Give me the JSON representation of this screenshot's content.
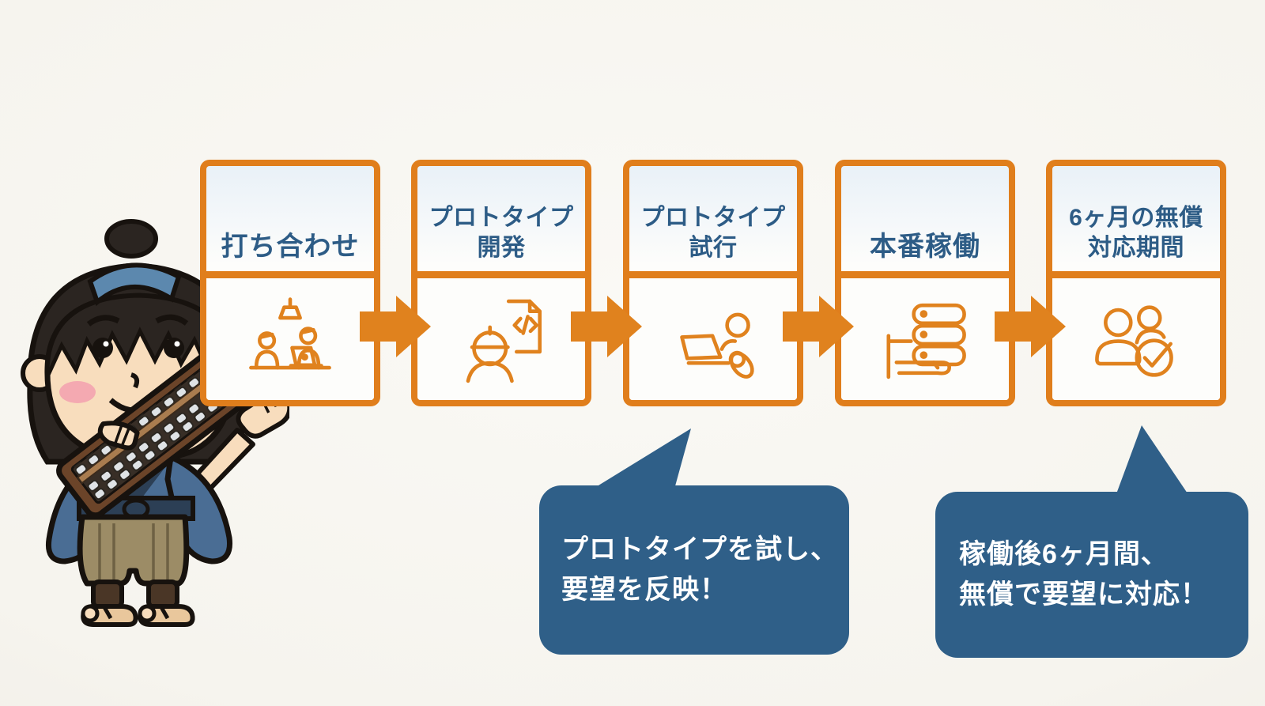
{
  "diagram_title": "development-process-flow",
  "colors": {
    "accent_orange": "#E07E1C",
    "title_blue": "#2D5C86",
    "bubble_blue": "#2F5F88",
    "background": "#F6F4EE",
    "bubble_text": "#FFFFFF"
  },
  "steps": [
    {
      "icon": "meeting-icon",
      "lines": [
        "打ち合わせ"
      ]
    },
    {
      "icon": "prototype-development-icon",
      "lines": [
        "プロトタイプ",
        "開発"
      ]
    },
    {
      "icon": "prototype-trial-icon",
      "lines": [
        "プロトタイプ",
        "試行"
      ]
    },
    {
      "icon": "production-launch-icon",
      "lines": [
        "本番稼働"
      ]
    },
    {
      "icon": "free-support-icon",
      "lines": [
        "6ヶ月の無償",
        "対応期間"
      ]
    }
  ],
  "bubbles": [
    {
      "points_to": "プロトタイプ試行",
      "lines": [
        "プロトタイプを試し、",
        "要望を反映！"
      ]
    },
    {
      "points_to": "6ヶ月の無償対応期間",
      "lines": [
        "稼働後6ヶ月間、",
        "無償で要望に対応！"
      ]
    }
  ],
  "character": {
    "name": "merchant-with-abacus"
  }
}
